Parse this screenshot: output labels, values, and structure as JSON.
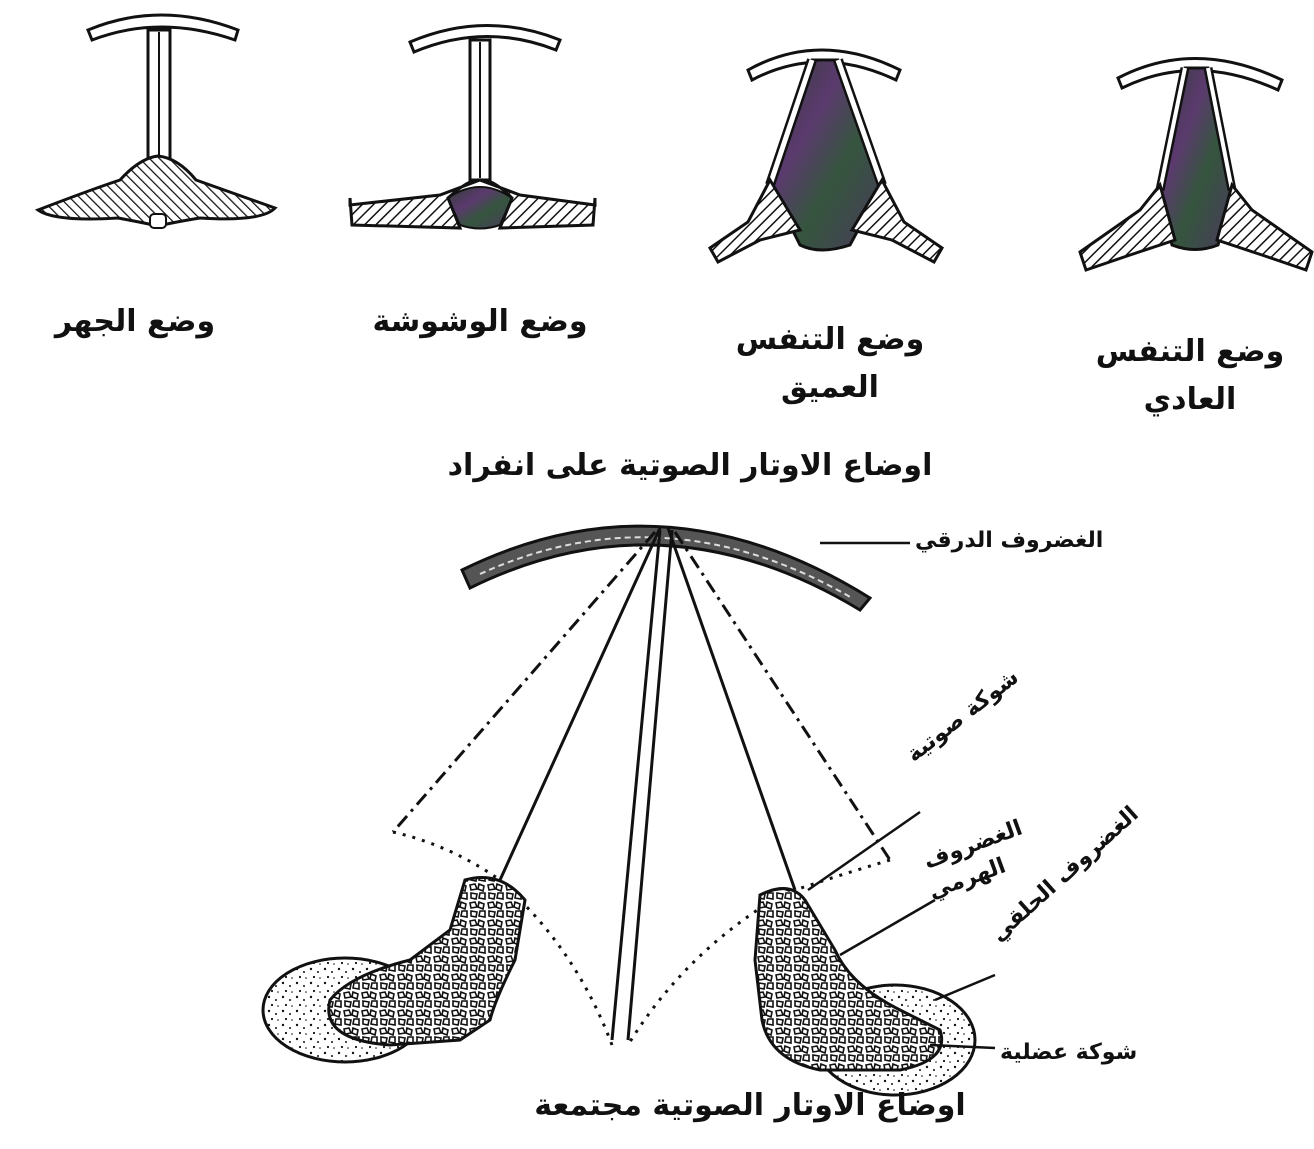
{
  "top_positions": [
    {
      "label": "وضع الجهر"
    },
    {
      "label": "وضع الوشوشة"
    },
    {
      "label_line1": "وضع التنفس",
      "label_line2": "العميق"
    },
    {
      "label_line1": "وضع التنفس",
      "label_line2": "العادي"
    }
  ],
  "caption_individual": "اوضاع الاوتار الصوتية على انفراد",
  "caption_combined": "اوضاع الاوتار الصوتية مجتمعة",
  "annotations": {
    "thyroid": "الغضروف الدرقي",
    "vocal_ligament": "شوكة صوتية",
    "arytenoid_line1": "الغضروف",
    "arytenoid_line2": "الهرمي",
    "cricoid": "الغضروف الحلقي",
    "muscular_process": "شوكة عضلية"
  },
  "colors": {
    "ink": "#111111",
    "glottis_fill": "#3d4a3a",
    "glottis_accent": "#6a3f7a"
  }
}
